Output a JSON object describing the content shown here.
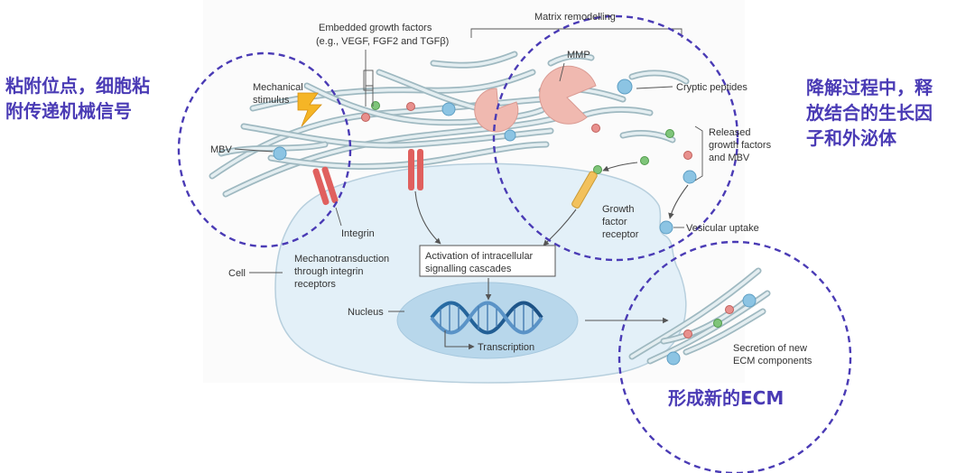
{
  "labels": {
    "embedded_growth_factors": "Embedded growth factors",
    "embedded_examples": "(e.g., VEGF, FGF2 and TGFβ)",
    "matrix_remodelling": "Matrix remodelling",
    "mechanical_stimulus_1": "Mechanical",
    "mechanical_stimulus_2": "stimulus",
    "mbv": "MBV",
    "integrin": "Integrin",
    "mmp": "MMP",
    "cryptic_peptides": "Cryptic peptides",
    "released_1": "Released",
    "released_2": "growth factors",
    "released_3": "and MBV",
    "gfr_1": "Growth",
    "gfr_2": "factor",
    "gfr_3": "receptor",
    "vesicular_uptake": "Vesicular uptake",
    "cell": "Cell",
    "mechano_1": "Mechanotransduction",
    "mechano_2": "through integrin",
    "mechano_3": "receptors",
    "activation_1": "Activation of intracellular",
    "activation_2": "signalling cascades",
    "nucleus": "Nucleus",
    "transcription": "Transcription",
    "secretion_1": "Secretion of new",
    "secretion_2": "ECM components"
  },
  "annotations": {
    "left_1": "粘附位点，细胞粘",
    "left_2": "附传递机械信号",
    "right_1": "降解过程中，释",
    "right_2": "放结合的生长因",
    "right_3": "子和外泌体",
    "bottom": "形成新的ECM"
  },
  "colors": {
    "annotation": "#4a3bb5",
    "cell_fill": "#e3f0f8",
    "nucleus_fill": "#b8d7eb",
    "fiber": "#9fb9c1",
    "mbv": "#8cc4e3",
    "mmp": "#f0b9b0",
    "integrin": "#e0605e",
    "receptor": "#f2c15c",
    "growth_factor_green": "#7fc57a",
    "growth_factor_red": "#e8908d"
  }
}
